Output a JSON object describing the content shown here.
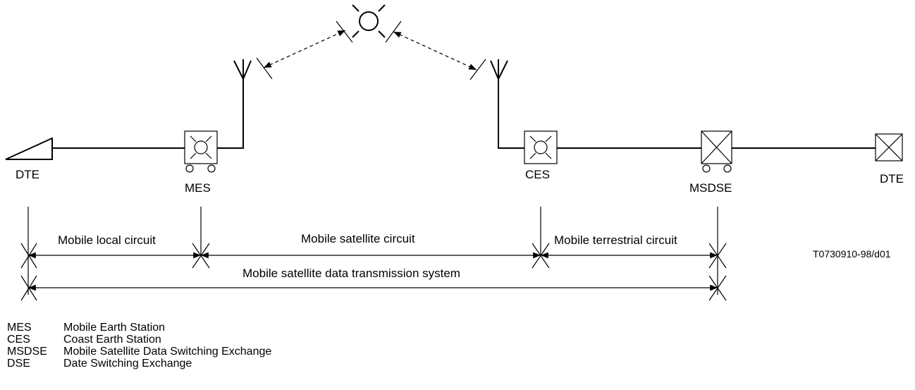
{
  "labels": {
    "dte_left": "DTE",
    "mes": "MES",
    "ces": "CES",
    "msdse": "MSDSE",
    "dte_right": "DTE"
  },
  "spans": {
    "mobile_local_circuit": "Mobile local circuit",
    "mobile_satellite_circuit": "Mobile satellite circuit",
    "mobile_terrestrial_circuit": "Mobile terrestrial circuit",
    "system": "Mobile satellite data transmission system"
  },
  "figure_id": "T0730910-98/d01",
  "legend": [
    {
      "abbr": "MES",
      "text": "Mobile Earth Station"
    },
    {
      "abbr": "CES",
      "text": "Coast Earth Station"
    },
    {
      "abbr": "MSDSE",
      "text": "Mobile Satellite Data Switching Exchange"
    },
    {
      "abbr": "DSE",
      "text": "Date Switching Exchange"
    }
  ]
}
